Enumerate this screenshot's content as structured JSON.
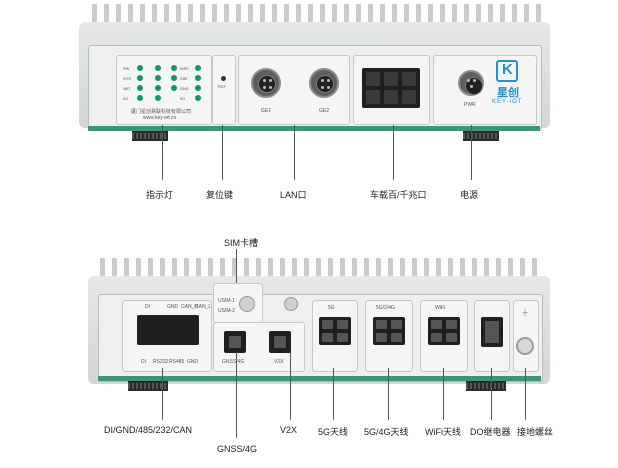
{
  "top_device": {
    "indicator_labels_left": [
      "PW",
      "SYS",
      "NET",
      "4G"
    ],
    "indicator_labels_right": [
      "WIFI",
      "SIM",
      "GNS",
      "5G"
    ],
    "company_name": "厦门星创易联科技有限公司",
    "website": "www.key-iot.cn",
    "reset_label": "RST",
    "port_labels": [
      "GE1",
      "GE2"
    ],
    "power_label": "PWR",
    "brand": {
      "mark": "K",
      "name": "星创",
      "sub": "KEY-IOT"
    }
  },
  "top_callouts": [
    "指示灯",
    "复位键",
    "LAN口",
    "车载百/千兆口",
    "电源"
  ],
  "bottom_device": {
    "sim_slots": [
      "USIM-1",
      "USIM-2"
    ],
    "terminal_labels_top": [
      "DI",
      "GND",
      "CAN_H",
      "CAN_L"
    ],
    "terminal_labels_bottom": [
      "DI",
      "RS232",
      "RS485",
      "GND"
    ],
    "port_labels": [
      "GNSS/4G",
      "V2X"
    ],
    "antenna_labels": [
      "5G",
      "5G/2/4G",
      "WiFi"
    ],
    "sim_callout": "SIM卡槽"
  },
  "bottom_callouts": [
    "DI/GND/485/232/CAN",
    "GNSS/4G",
    "V2X",
    "5G天线",
    "5G/4G天线",
    "WiFi天线",
    "DO继电器",
    "接地螺丝"
  ],
  "colors": {
    "accent_stripe": "#3e9479",
    "led": "#0e9b5e",
    "brand_blue": "#2a8fc8"
  }
}
